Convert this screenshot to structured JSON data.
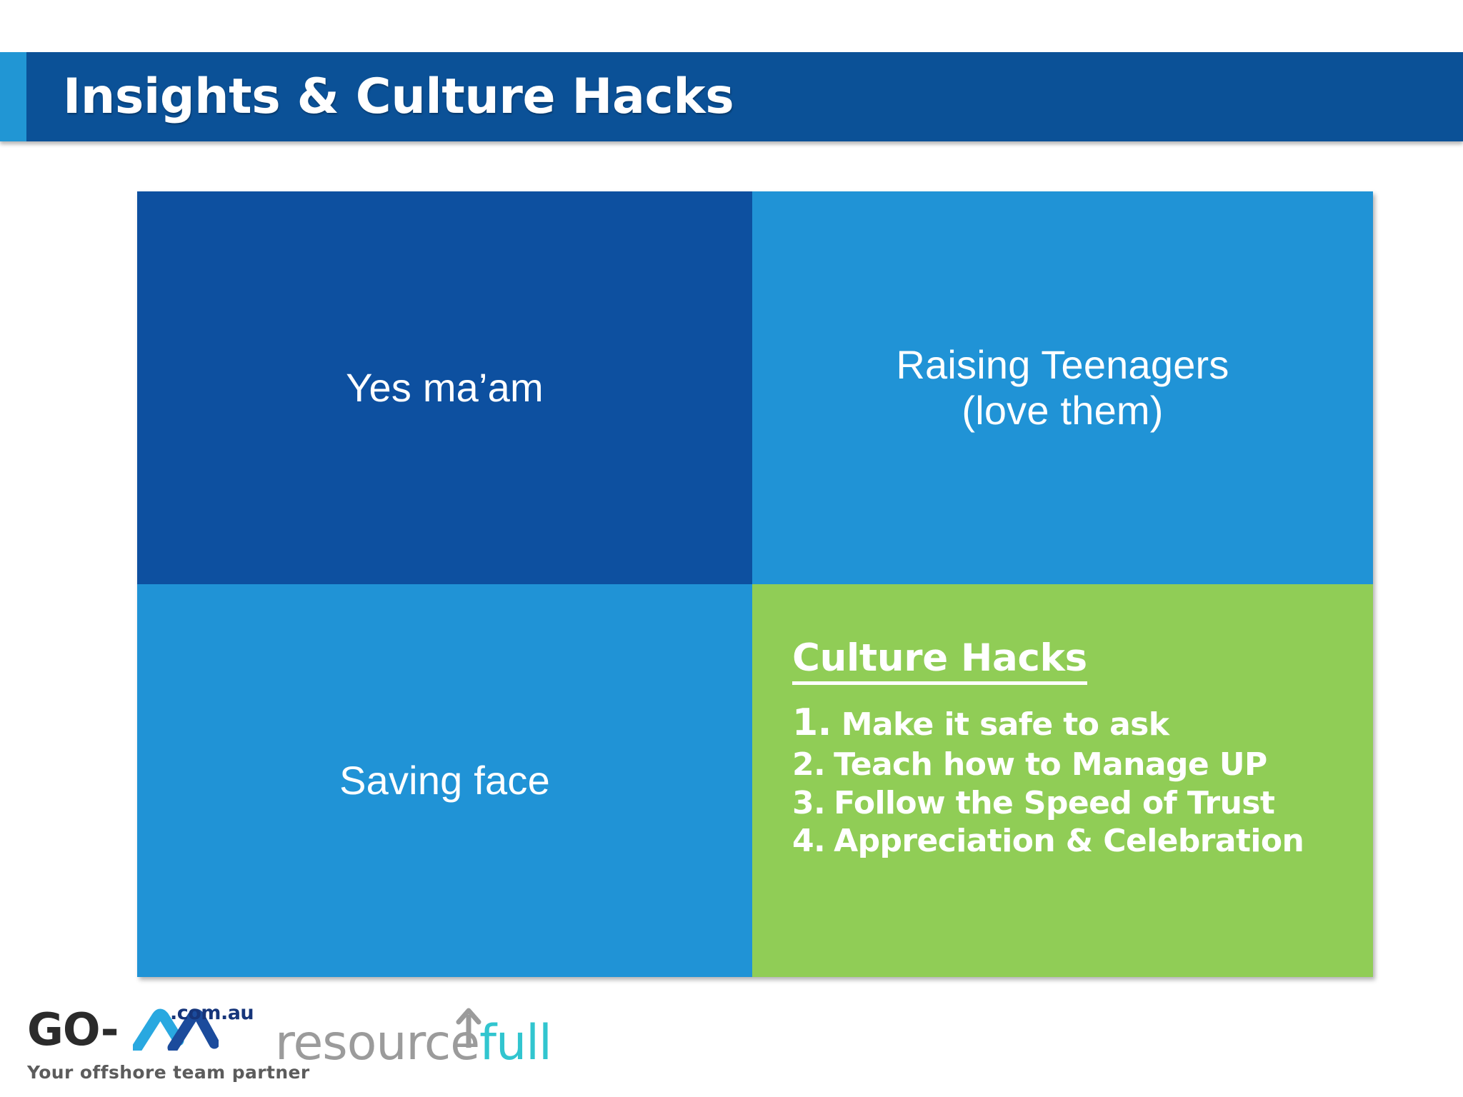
{
  "slide": {
    "title": "Insights & Culture Hacks",
    "title_bar_color": "#0b5197",
    "title_accent_color": "#2196d4",
    "background_color": "#ffffff"
  },
  "quadrants": [
    {
      "id": "yes-maam",
      "label": "Yes ma’am",
      "background": "#0d50a0",
      "text_color": "#ffffff"
    },
    {
      "id": "raising-teenagers",
      "label_line1": "Raising Teenagers",
      "label_line2": "(love them)",
      "background": "#2093d6",
      "text_color": "#ffffff"
    },
    {
      "id": "saving-face",
      "label": "Saving face",
      "background": "#2093d6",
      "text_color": "#ffffff"
    },
    {
      "id": "culture-hacks",
      "background": "#90cd56",
      "text_color": "#ffffff"
    }
  ],
  "culture_hacks": {
    "heading": "Culture Hacks",
    "items": [
      {
        "number": "1.",
        "text": "Make it safe to ask"
      },
      {
        "number": "2.",
        "text": "Teach how to Manage UP"
      },
      {
        "number": "3.",
        "text": "Follow the Speed of Trust"
      },
      {
        "number": "4.",
        "text": "Appreciation & Celebration"
      }
    ]
  },
  "footer": {
    "gova": {
      "wordmark": "GO-",
      "domain": ".com.au",
      "tagline": "Your offshore team partner",
      "mark_color_light": "#29a8e0",
      "mark_color_dark": "#1b4b9c",
      "text_color": "#2b2b2b",
      "domain_color": "#16357a",
      "tagline_color": "#5c5c5c"
    },
    "resourcefull": {
      "part1": "resource",
      "part2": "full",
      "part1_color": "#9b9b9b",
      "part2_color": "#31c5cf"
    }
  }
}
